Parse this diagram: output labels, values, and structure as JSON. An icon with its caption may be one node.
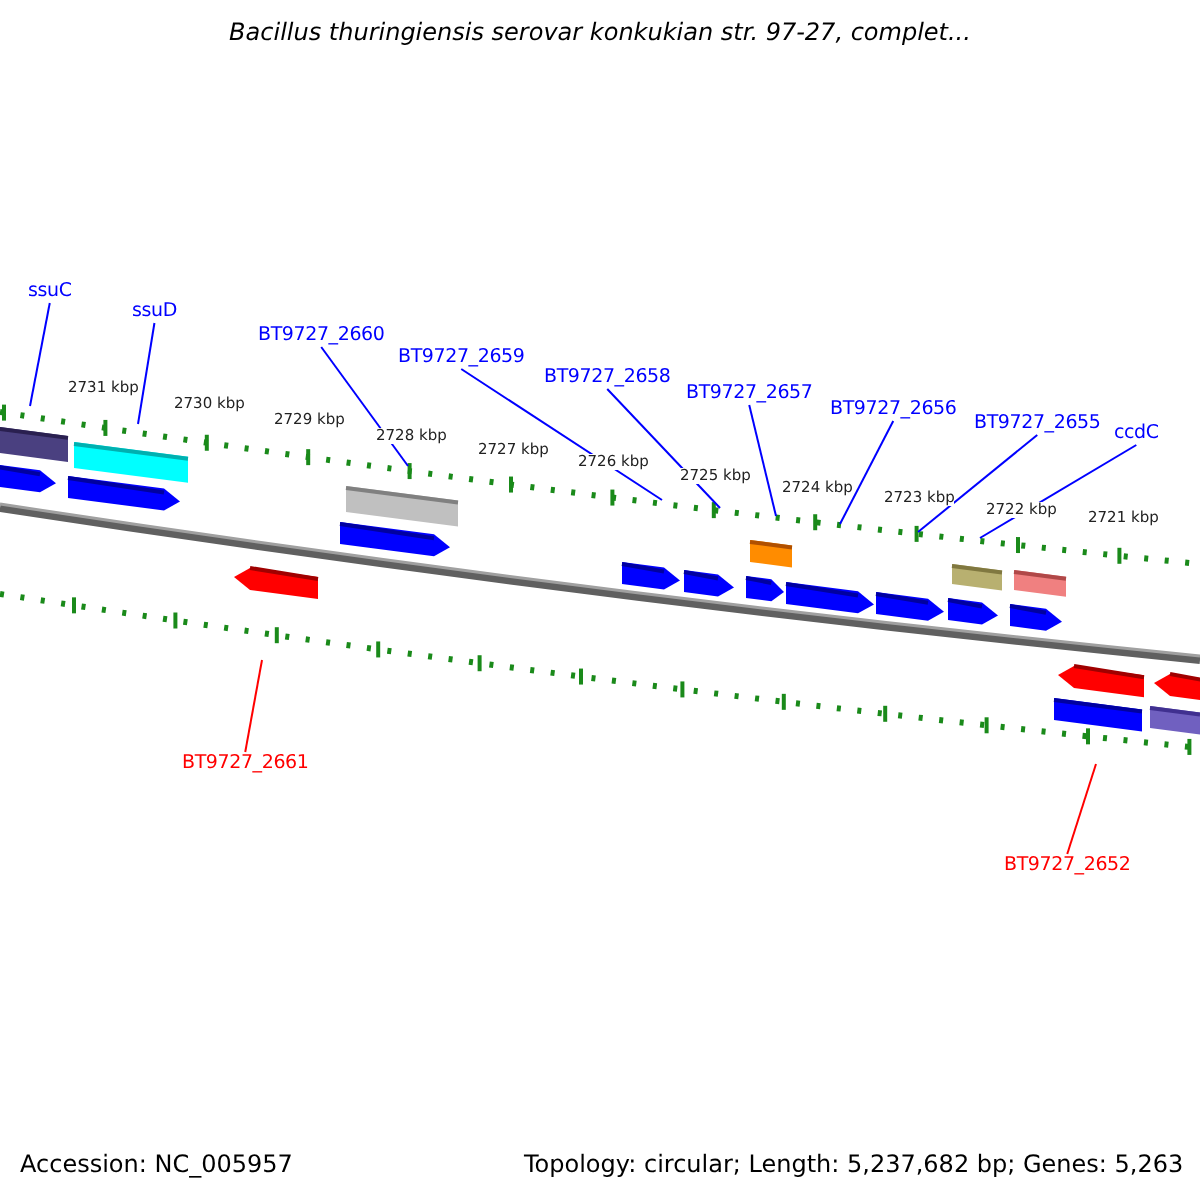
{
  "diagram": {
    "title": "Bacillus thuringiensis serovar konkukian str. 97-27, complet...",
    "nodes": [
      {
        "text": [
          "ssuC"
        ]
      },
      {
        "text": [
          "ssuD"
        ]
      },
      {
        "text": [
          "BT9727_2660"
        ]
      },
      {
        "text": [
          "BT9727_2659"
        ]
      },
      {
        "text": [
          "BT9727_2658"
        ]
      },
      {
        "text": [
          "BT9727_2657"
        ]
      },
      {
        "text": [
          "BT9727_2656"
        ]
      },
      {
        "text": [
          "BT9727_2655"
        ]
      },
      {
        "text": [
          "ccdC"
        ]
      },
      {
        "text": [
          "BT9727_2661"
        ]
      },
      {
        "text": [
          "BT9727_2652"
        ]
      }
    ],
    "edges": [
      {
        "from": 0,
        "to": null,
        "arrow": "none"
      },
      {
        "from": 1,
        "to": null,
        "arrow": "none"
      },
      {
        "from": 2,
        "to": null,
        "arrow": "none"
      },
      {
        "from": 3,
        "to": null,
        "arrow": "none"
      },
      {
        "from": 4,
        "to": null,
        "arrow": "none"
      },
      {
        "from": 5,
        "to": null,
        "arrow": "none"
      },
      {
        "from": 6,
        "to": null,
        "arrow": "none"
      },
      {
        "from": 7,
        "to": null,
        "arrow": "none"
      },
      {
        "from": 8,
        "to": null,
        "arrow": "none"
      },
      {
        "from": 9,
        "to": null,
        "arrow": "none",
        "color": "#ff0000"
      },
      {
        "from": 10,
        "to": null,
        "arrow": "none",
        "color": "#ff0000"
      }
    ],
    "labels": [
      "2731 kbp",
      "2730 kbp",
      "2729 kbp",
      "2728 kbp",
      "2727 kbp",
      "2726 kbp",
      "2725 kbp",
      "2724 kbp",
      "2723 kbp",
      "2722 kbp",
      "2721 kbp",
      "Accession: NC_005957",
      "Topology: circular; Length: 5,237,682 bp; Genes: 5,263"
    ]
  }
}
